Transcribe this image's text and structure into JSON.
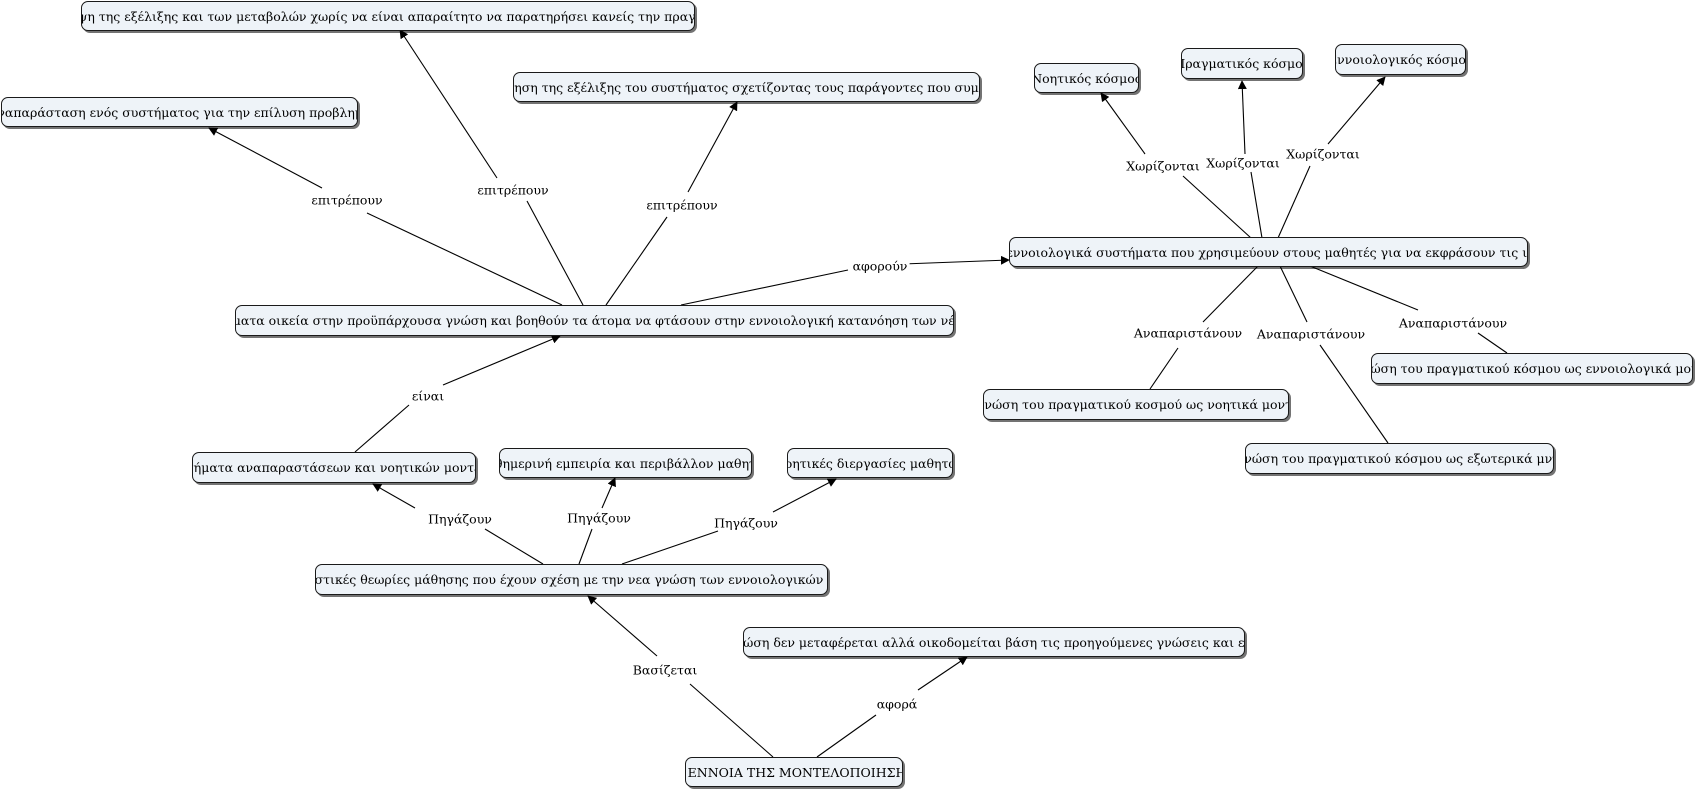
{
  "nodes": {
    "root": "Η ΕΝΝΟΙΑ ΤΗΣ ΜΟΝΤΕΛΟΠΟΙΗΣΗΣ",
    "theories": "Στις γνωστικές θεωρίες μάθησης που έχουν σχέση με την νεα γνώση των εννοιολογικών αλλαγών",
    "new_knowledge": "η νέα γνώση δεν μεταφέρεται αλλά οικοδομείται βάση τις προηγούμενες γνώσεις και εμπειρίες",
    "systems": "Συστήματα αναπαραστάσεων και νοητικών μοντέλων",
    "daily": "Καθημερινή εμπειρία και περιβάλλον μαθητών",
    "processes": "Νοητικές διεργασίες μαθητών",
    "schemas": "νοητικά σχήματα οικεία στην προϋπάρχουσα γνώση και βοηθούν τα άτομα να φτάσουν στην εννοιολογική κατανόηση των νέων γνώσεων",
    "representation": "την αναπαράσταση ενός συστήματος για την επίλυση προβλημάτων",
    "prediction": "την πρόβλεψη της εξέλιξης και των μεταβολών χωρίς να είναι απαραίτητο να παρατηρήσει κανείς την πραγματικότητα",
    "explanation": "την εξήγηση της εξέλιξης του συστήματος σχετίζοντας τους παράγοντες που συμβάλλουν",
    "complex": "σύνθετα εννοιολογικά συστήματα που χρησιμεύουν στους μαθητές για να εκφράσουν τις ιδέες τους",
    "noetic_world": "Νοητικός κόσμος",
    "real_world": "Πραγματικός κόσμος",
    "conceptual_world": "Εννοιολογικός κόσμος",
    "mental_models": "Τη γνώση του πραγματικού κοσμού ως νοητικά μοντέλα",
    "external_models": "Τη γνώση του πραγματικού κόσμου ως εξωτερικά μντέλα",
    "conceptual_models": "Τη γνώση του πραγματικού κόσμου ως εννοιολογικά μοντέλα"
  },
  "links": {
    "based": "Βασίζεται",
    "concerns": "αφορά",
    "spring1": "Πηγάζουν",
    "spring2": "Πηγάζουν",
    "spring3": "Πηγάζουν",
    "are": "είναι",
    "allow1": "επιτρέπουν",
    "allow2": "επιτρέπουν",
    "allow3": "επιτρέπουν",
    "relate": "αφορούν",
    "separate1": "Χωρίζονται",
    "separate2": "Χωρίζονται",
    "separate3": "Χωρίζονται",
    "represent1": "Αναπαριστάνουν",
    "represent2": "Αναπαριστάνουν",
    "represent3": "Αναπαριστάνουν"
  }
}
